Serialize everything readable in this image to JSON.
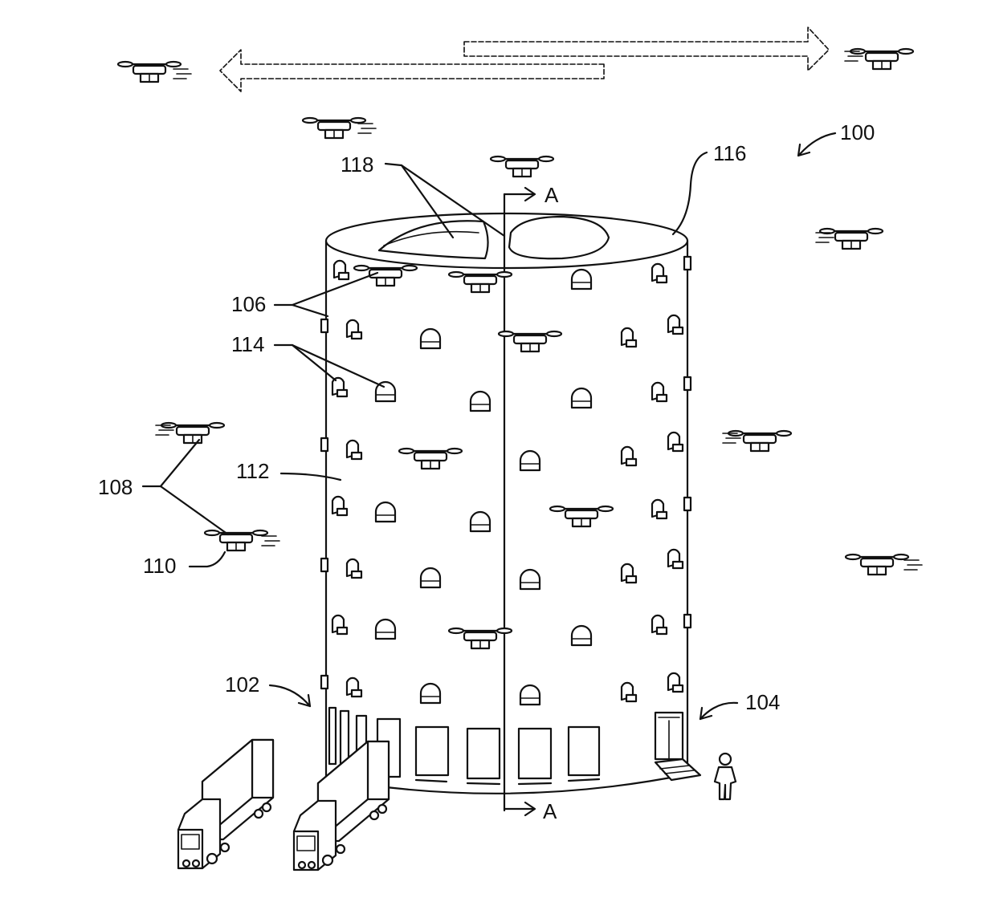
{
  "diagram": {
    "label_100": "100",
    "label_102": "102",
    "label_104": "104",
    "label_106": "106",
    "label_108": "108",
    "label_110": "110",
    "label_112": "112",
    "label_114": "114",
    "label_116": "116",
    "label_118": "118",
    "section_top": "A",
    "section_bottom": "A"
  },
  "colors": {
    "line": "#111111",
    "background": "#ffffff"
  }
}
